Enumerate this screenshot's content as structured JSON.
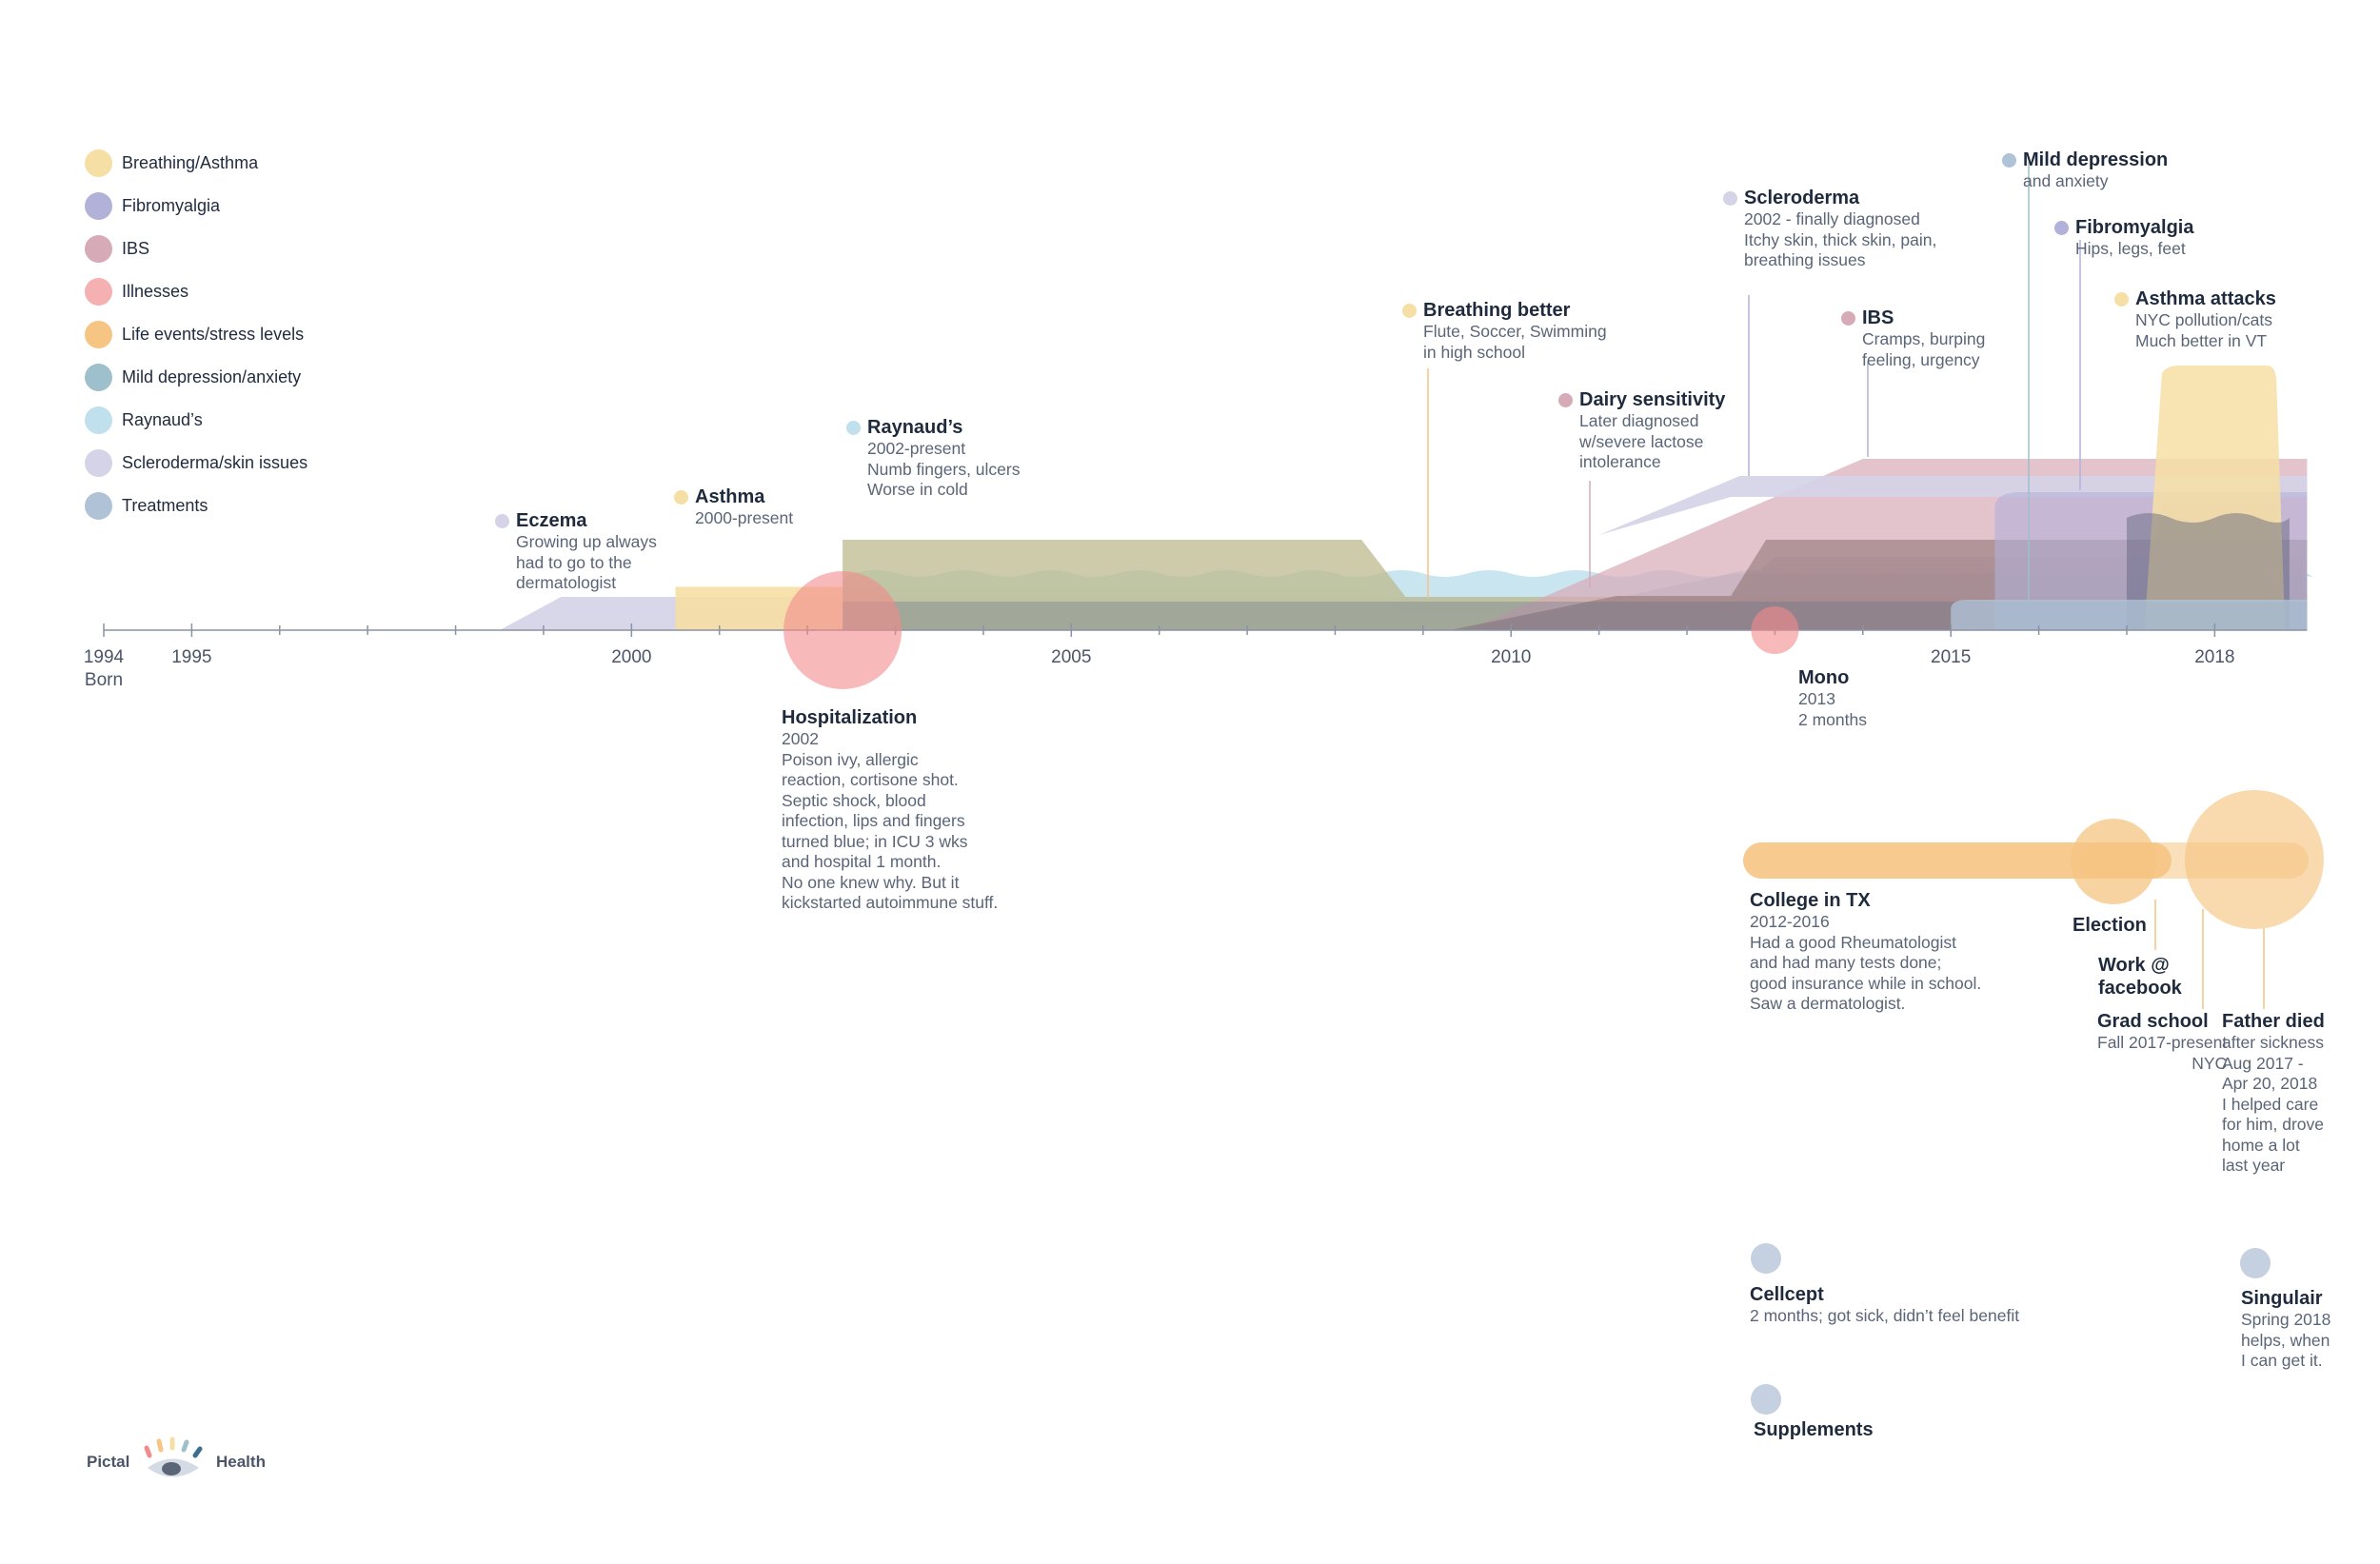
{
  "legend": [
    {
      "label": "Breathing/Asthma",
      "color": "#f6dfa4"
    },
    {
      "label": "Fibromyalgia",
      "color": "#b2b1d9"
    },
    {
      "label": "IBS",
      "color": "#d7aab7"
    },
    {
      "label": "Illnesses",
      "color": "#f5b1b1"
    },
    {
      "label": "Life events/stress levels",
      "color": "#f6c483"
    },
    {
      "label": "Mild depression/anxiety",
      "color": "#9ec0cc"
    },
    {
      "label": "Raynaud’s",
      "color": "#bfe0ec"
    },
    {
      "label": "Scleroderma/skin issues",
      "color": "#d4d3e8"
    },
    {
      "label": "Treatments",
      "color": "#afc2d6"
    }
  ],
  "axis": {
    "ticks": [
      {
        "label": "1994",
        "sub": "Born"
      },
      {
        "label": "1995",
        "sub": ""
      },
      {
        "label": "2000",
        "sub": ""
      },
      {
        "label": "2005",
        "sub": ""
      },
      {
        "label": "2010",
        "sub": ""
      },
      {
        "label": "2015",
        "sub": ""
      },
      {
        "label": "2018",
        "sub": ""
      }
    ]
  },
  "chart_data": {
    "type": "area",
    "title": "",
    "x_unit": "year",
    "x_ticks": [
      1994,
      1995,
      2000,
      2005,
      2010,
      2015,
      2018
    ],
    "series": [
      {
        "name": "Scleroderma/skin issues",
        "color": "#d4d3e8",
        "start": 1998.5,
        "end": 2019,
        "intensity": [
          [
            1998.5,
            0
          ],
          [
            1999.2,
            1
          ],
          [
            2012.5,
            1
          ],
          [
            2013.0,
            2.2
          ],
          [
            2019,
            2.2
          ]
        ]
      },
      {
        "name": "Breathing/Asthma",
        "color": "#f6dfa4",
        "start": 2000.5,
        "end": 2019,
        "intensity": [
          [
            2000.5,
            1.3
          ],
          [
            2008.3,
            1.3
          ],
          [
            2008.8,
            0.5
          ],
          [
            2017.2,
            0.5
          ],
          [
            2017.4,
            3.8
          ],
          [
            2018.7,
            3.8
          ],
          [
            2018.8,
            0
          ]
        ]
      },
      {
        "name": "Raynaud’s",
        "color": "#bfe0ec",
        "start": 2002.4,
        "end": 2019,
        "intensity": [
          [
            2002.4,
            1.7
          ],
          [
            2019,
            1.7
          ]
        ]
      },
      {
        "name": "Mild depression/anxiety",
        "color": "#9ec0cc",
        "start": 2009.5,
        "end": 2019,
        "intensity": [
          [
            2009.5,
            0
          ],
          [
            2012.5,
            1.7
          ],
          [
            2019,
            1.7
          ]
        ]
      },
      {
        "name": "IBS",
        "color": "#d7aab7",
        "start": 2009.5,
        "end": 2019,
        "intensity": [
          [
            2009.5,
            0
          ],
          [
            2014,
            2.5
          ],
          [
            2019,
            2.5
          ]
        ]
      },
      {
        "name": "Fibromyalgia",
        "color": "#b2b1d9",
        "start": 2015.5,
        "end": 2019,
        "intensity": [
          [
            2015.5,
            2.0
          ],
          [
            2019,
            2.0
          ]
        ]
      },
      {
        "name": "Treatments",
        "color": "#afc2d6",
        "start": 2015,
        "end": 2019,
        "intensity": [
          [
            2015,
            0.5
          ],
          [
            2019,
            0.5
          ]
        ]
      }
    ],
    "events": [
      {
        "name": "Hospitalization",
        "year": 2002.4,
        "type": "Illnesses"
      },
      {
        "name": "Mono",
        "year": 2013,
        "type": "Illnesses"
      },
      {
        "name": "College in TX",
        "start": 2012,
        "end": 2016,
        "type": "Life events/stress levels"
      },
      {
        "name": "Election",
        "year": 2016.8,
        "type": "Life events/stress levels"
      },
      {
        "name": "Father died",
        "start": 2017.6,
        "end": 2018.3,
        "type": "Life events/stress levels"
      },
      {
        "name": "Cellcept",
        "year": 2012.1,
        "type": "Treatments"
      },
      {
        "name": "Supplements",
        "year": 2012.1,
        "type": "Treatments"
      },
      {
        "name": "Singulair",
        "year": 2018.4,
        "type": "Treatments"
      }
    ]
  },
  "annotations": {
    "eczema": {
      "title": "Eczema",
      "lines": [
        "Growing up always",
        "had to go to the",
        "dermatologist"
      ]
    },
    "asthma": {
      "title": "Asthma",
      "lines": [
        "2000-present"
      ]
    },
    "raynauds": {
      "title": "Raynaud’s",
      "lines": [
        "2002-present",
        "Numb fingers, ulcers",
        "Worse in cold"
      ]
    },
    "breathing": {
      "title": "Breathing better",
      "lines": [
        "Flute, Soccer, Swimming",
        "in high school"
      ]
    },
    "dairy": {
      "title": "Dairy sensitivity",
      "lines": [
        "Later diagnosed",
        "w/severe lactose",
        "intolerance"
      ]
    },
    "scleroderma": {
      "title": "Scleroderma",
      "lines": [
        "2002 - finally diagnosed",
        "Itchy skin, thick skin, pain,",
        "breathing issues"
      ]
    },
    "ibs": {
      "title": "IBS",
      "lines": [
        "Cramps, burping",
        "feeling, urgency"
      ]
    },
    "depression": {
      "title": "Mild depression",
      "lines": [
        "and anxiety"
      ]
    },
    "fibro": {
      "title": "Fibromyalgia",
      "lines": [
        "Hips, legs, feet"
      ]
    },
    "asthma_attacks": {
      "title": "Asthma attacks",
      "lines": [
        "NYC pollution/cats",
        "Much better in VT"
      ]
    },
    "hospitalization": {
      "title": "Hospitalization",
      "lines": [
        "2002",
        "Poison ivy, allergic",
        "reaction, cortisone shot.",
        "Septic shock, blood",
        "infection, lips and fingers",
        "turned blue; in ICU 3 wks",
        "and hospital 1 month.",
        "No one knew why. But it",
        "kickstarted autoimmune stuff."
      ]
    },
    "mono": {
      "title": "Mono",
      "lines": [
        "2013",
        "2 months"
      ]
    },
    "college": {
      "title": "College in TX",
      "lines": [
        "2012-2016",
        "Had a good Rheumatologist",
        "and had many tests done;",
        "good insurance while in school.",
        "Saw a dermatologist."
      ]
    },
    "election": {
      "title": "Election",
      "lines": []
    },
    "work": {
      "title": "Work @",
      "lines": [
        "facebook"
      ]
    },
    "grad": {
      "title": "Grad school",
      "lines": [
        "Fall 2017-present",
        "NYC"
      ]
    },
    "father": {
      "title": "Father died",
      "lines": [
        "after sickness",
        "Aug 2017 -",
        "Apr 20, 2018",
        "I helped care",
        "for him, drove",
        "home a lot",
        "last year"
      ]
    },
    "cellcept": {
      "title": "Cellcept",
      "lines": [
        "2 months; got sick, didn’t feel benefit"
      ]
    },
    "supplements": {
      "title": "Supplements",
      "lines": []
    },
    "singulair": {
      "title": "Singulair",
      "lines": [
        "Spring 2018",
        "helps, when",
        "I can get it."
      ]
    }
  },
  "logo": {
    "left": "Pictal",
    "right": "Health"
  }
}
